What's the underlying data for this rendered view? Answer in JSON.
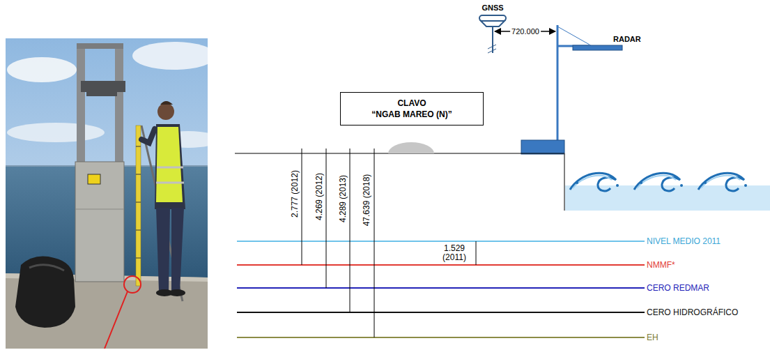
{
  "diagram": {
    "nodes": [
      {
        "text": [
          "CLAVO",
          "“NGAB MAREO (N)”"
        ]
      }
    ],
    "labels": [
      "GNSS",
      "720.000",
      "RADAR",
      "2.777 (2012)",
      "4.269 (2012)",
      "4.289 (2013)",
      "47.639 (2018)",
      "1.529 (2011)",
      "NIVEL MEDIO 2011",
      "NMMF*",
      "CERO REDMAR",
      "CERO HIDROGRÁFICO",
      "EH"
    ]
  }
}
